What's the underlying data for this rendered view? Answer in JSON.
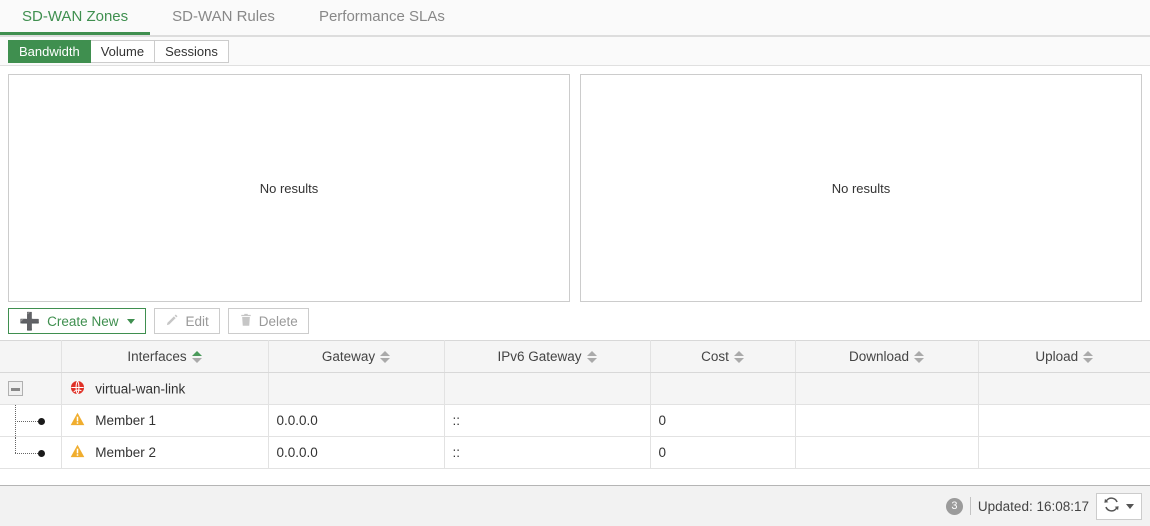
{
  "top_tabs": [
    {
      "label": "SD-WAN Zones",
      "active": true
    },
    {
      "label": "SD-WAN Rules",
      "active": false
    },
    {
      "label": "Performance SLAs",
      "active": false
    }
  ],
  "sub_tabs": [
    {
      "label": "Bandwidth",
      "active": true
    },
    {
      "label": "Volume",
      "active": false
    },
    {
      "label": "Sessions",
      "active": false
    }
  ],
  "panels": [
    {
      "name": "bandwidth-chart-left",
      "empty_text": "No results"
    },
    {
      "name": "bandwidth-chart-right",
      "empty_text": "No results"
    }
  ],
  "toolbar": {
    "create_label": "Create New",
    "edit_label": "Edit",
    "delete_label": "Delete"
  },
  "table": {
    "columns": [
      {
        "label": "",
        "sort": "none"
      },
      {
        "label": "Interfaces",
        "sort": "asc"
      },
      {
        "label": "Gateway",
        "sort": "none"
      },
      {
        "label": "IPv6 Gateway",
        "sort": "none"
      },
      {
        "label": "Cost",
        "sort": "none"
      },
      {
        "label": "Download",
        "sort": "none"
      },
      {
        "label": "Upload",
        "sort": "none"
      }
    ],
    "rows": [
      {
        "type": "group",
        "icon": "wan-link-icon",
        "name": "virtual-wan-link",
        "gateway": "",
        "ipv6_gateway": "",
        "cost": "",
        "download": "",
        "upload": ""
      },
      {
        "type": "child",
        "icon": "warning-icon",
        "name": "Member 1",
        "gateway": "0.0.0.0",
        "ipv6_gateway": "::",
        "cost": "0",
        "download": "",
        "upload": ""
      },
      {
        "type": "child",
        "icon": "warning-icon",
        "name": "Member 2",
        "gateway": "0.0.0.0",
        "ipv6_gateway": "::",
        "cost": "0",
        "download": "",
        "upload": ""
      }
    ]
  },
  "footer": {
    "count": "3",
    "updated_label": "Updated: 16:08:17",
    "refresh_icon": "refresh-icon"
  },
  "colors": {
    "brand_green": "#3f8f4f",
    "warning_amber": "#f0ad2e",
    "danger_red": "#e03127",
    "header_bg": "#f5f5f5",
    "footer_bg": "#f2f2f2"
  }
}
